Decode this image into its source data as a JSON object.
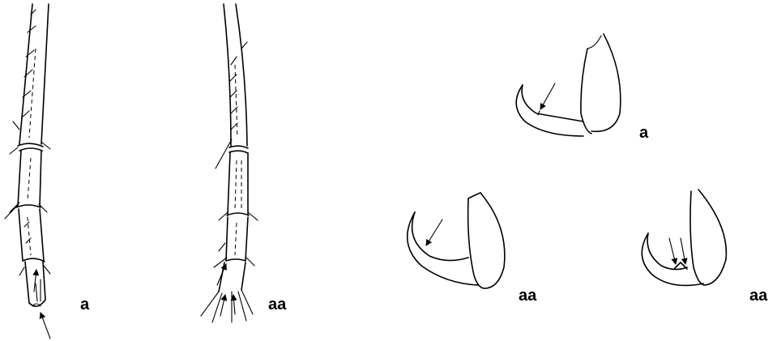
{
  "labels": {
    "leg_a": "a",
    "leg_aa": "aa",
    "claw_top": "a",
    "claw_bottom_left": "aa",
    "claw_bottom_right": "aa"
  },
  "colors": {
    "ink": "#000000",
    "background": "#ffffff"
  }
}
